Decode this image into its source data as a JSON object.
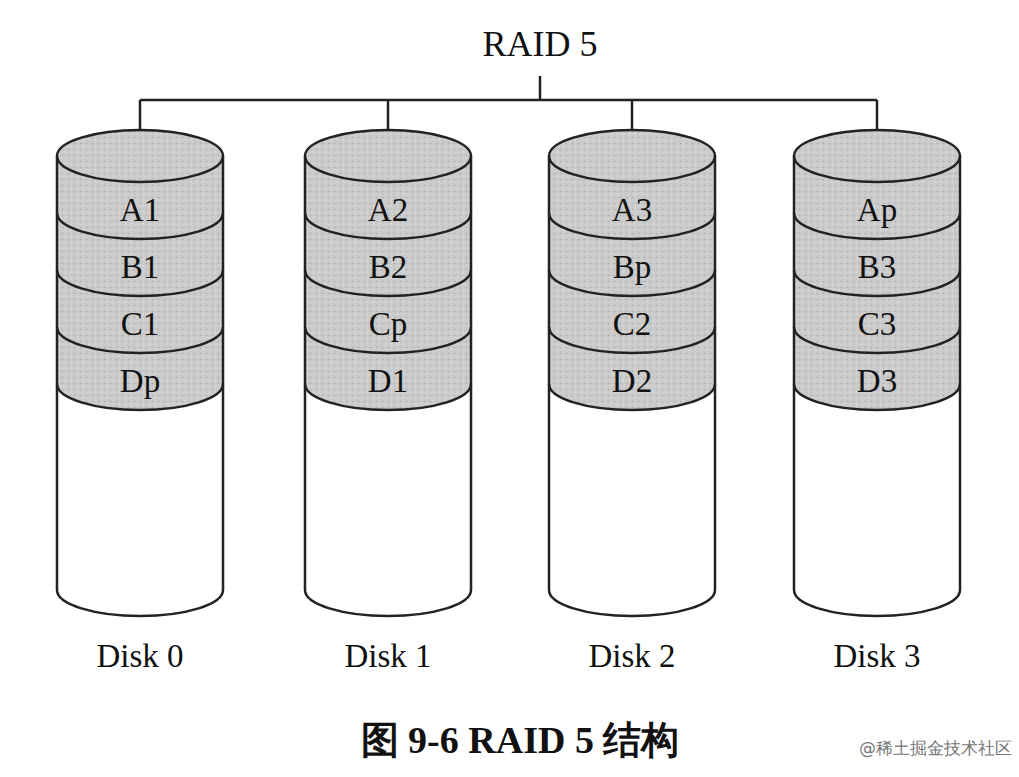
{
  "diagram": {
    "title": "RAID 5",
    "caption": "图 9-6 RAID 5 结构",
    "nodes": [
      {
        "text": [
          "Disk 0"
        ]
      },
      {
        "text": [
          "A1"
        ],
        "in": 0
      },
      {
        "text": [
          "B1"
        ],
        "in": 0
      },
      {
        "text": [
          "C1"
        ],
        "in": 0
      },
      {
        "text": [
          "Dp"
        ],
        "in": 0
      },
      {
        "text": [
          "Disk 1"
        ]
      },
      {
        "text": [
          "A2"
        ],
        "in": 5
      },
      {
        "text": [
          "B2"
        ],
        "in": 5
      },
      {
        "text": [
          "Cp"
        ],
        "in": 5
      },
      {
        "text": [
          "D1"
        ],
        "in": 5
      },
      {
        "text": [
          "Disk 2"
        ]
      },
      {
        "text": [
          "A3"
        ],
        "in": 10
      },
      {
        "text": [
          "Bp"
        ],
        "in": 10
      },
      {
        "text": [
          "C2"
        ],
        "in": 10
      },
      {
        "text": [
          "D2"
        ],
        "in": 10
      },
      {
        "text": [
          "Disk 3"
        ]
      },
      {
        "text": [
          "Ap"
        ],
        "in": 15
      },
      {
        "text": [
          "B3"
        ],
        "in": 15
      },
      {
        "text": [
          "C3"
        ],
        "in": 15
      },
      {
        "text": [
          "D3"
        ],
        "in": 15
      }
    ],
    "labels": [
      "@稀土掘金技术社区"
    ]
  }
}
